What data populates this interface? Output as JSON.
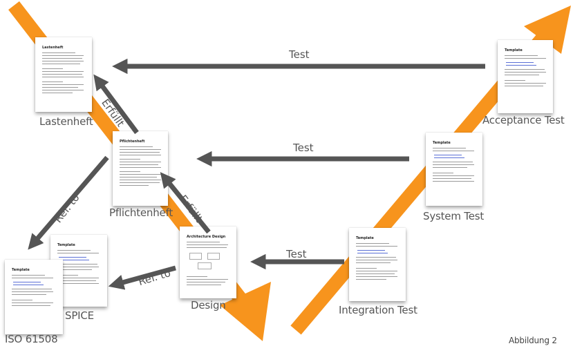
{
  "labels": {
    "lastenheft": "Lastenheft",
    "pflichtenheft": "Pflichtenheft",
    "design": "Design",
    "integration_test": "Integration Test",
    "system_test": "System Test",
    "acceptance_test": "Acceptance Test",
    "spice": "SPICE",
    "iso": "ISO 61508",
    "caption": "Abbildung 2"
  },
  "arrows": {
    "test_top": "Test",
    "test_mid": "Test",
    "test_low": "Test",
    "erfuellt_1": "Erfüllt",
    "erfuellt_2": "Erfüllt",
    "ref_to_1": "Ref. to",
    "ref_to_2": "Ref. to"
  },
  "docs": {
    "lastenheft_title": "Lastenheft",
    "pflichtenheft_title": "Pflichtenheft",
    "design_title": "Architecture Design",
    "template_title": "Template"
  },
  "colors": {
    "orange": "#f7941d",
    "arrow_gray": "#555555",
    "text": "#555555"
  }
}
